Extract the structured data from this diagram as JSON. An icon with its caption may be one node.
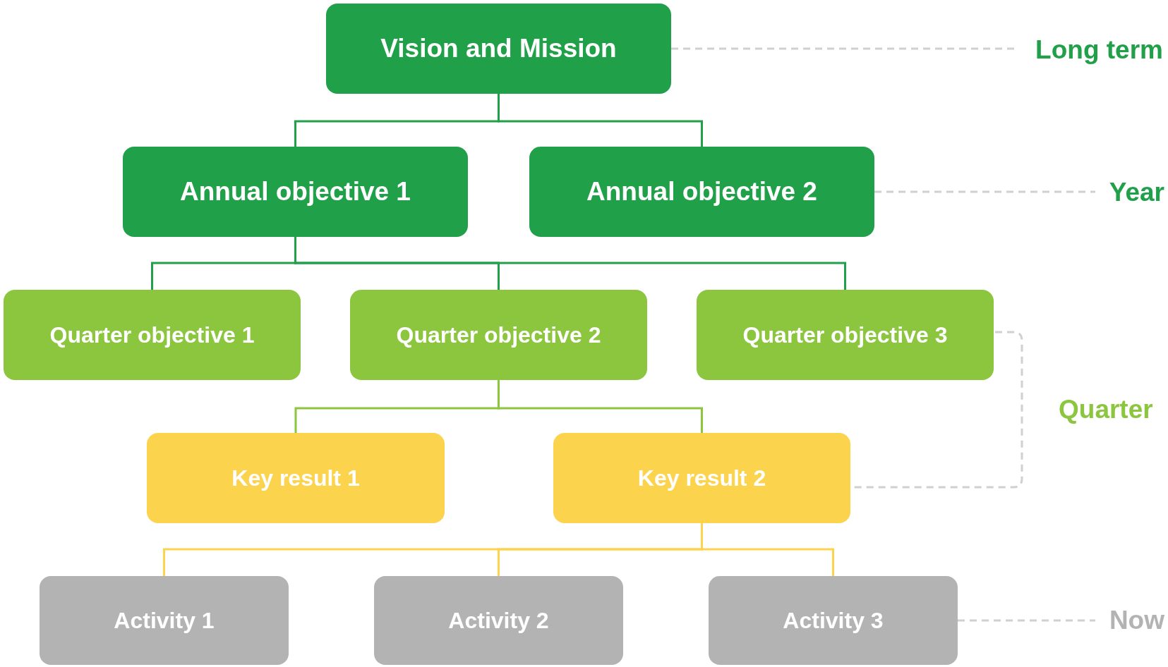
{
  "diagram": {
    "nodes": [
      {
        "text": [
          "Vision and Mission"
        ]
      },
      {
        "text": [
          "Annual objective 1"
        ]
      },
      {
        "text": [
          "Annual objective 2"
        ]
      },
      {
        "text": [
          "Quarter objective 1"
        ]
      },
      {
        "text": [
          "Quarter objective 2"
        ]
      },
      {
        "text": [
          "Quarter objective 3"
        ]
      },
      {
        "text": [
          "Key result 1"
        ]
      },
      {
        "text": [
          "Key result 2"
        ]
      },
      {
        "text": [
          "Activity 1"
        ]
      },
      {
        "text": [
          "Activity 2"
        ]
      },
      {
        "text": [
          "Activity 3"
        ]
      },
      {
        "text": [
          "Long term"
        ]
      },
      {
        "text": [
          "Year"
        ]
      },
      {
        "text": [
          "Now"
        ]
      }
    ],
    "edges": [
      {
        "from": 0,
        "to": 1,
        "arrow": "none"
      },
      {
        "from": 0,
        "to": 2,
        "arrow": "none"
      },
      {
        "from": 1,
        "to": 3,
        "arrow": "none"
      },
      {
        "from": 1,
        "to": 4,
        "arrow": "none"
      },
      {
        "from": 1,
        "to": 5,
        "arrow": "none"
      },
      {
        "from": 4,
        "to": 6,
        "arrow": "none",
        "color": "#8cc63f"
      },
      {
        "from": 4,
        "to": 7,
        "arrow": "none",
        "color": "#8cc63f"
      },
      {
        "from": 7,
        "to": 8,
        "arrow": "none",
        "color": "#fcd34d"
      },
      {
        "from": 7,
        "to": 9,
        "arrow": "none",
        "color": "#fcd34d"
      },
      {
        "from": 7,
        "to": 10,
        "arrow": "none",
        "color": "#fcd34d"
      },
      {
        "from": 0,
        "to": 11,
        "arrow": "none",
        "style": "dashed",
        "color": "#d0d0d0"
      },
      {
        "from": 2,
        "to": 12,
        "arrow": "none",
        "style": "dashed",
        "color": "#d0d0d0"
      },
      {
        "from": 10,
        "to": 13,
        "arrow": "none",
        "style": "dashed",
        "color": "#d0d0d0"
      }
    ],
    "labels": [
      "Quarter"
    ]
  }
}
